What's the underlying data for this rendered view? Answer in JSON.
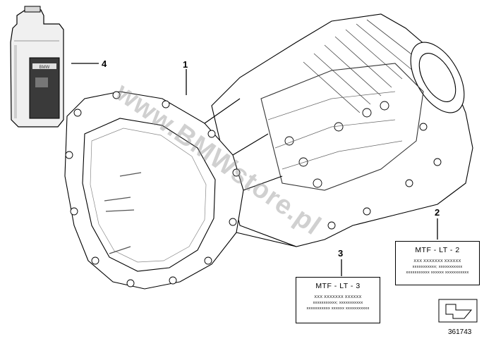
{
  "callouts": {
    "c1": "1",
    "c2": "2",
    "c3": "3",
    "c4": "4"
  },
  "label2": {
    "title": "MTF - LT - 2",
    "row1": "XXX XXXXXXX XXXXXX",
    "row2": "xxxxxxxxxxx; xxxxxxxxxxx",
    "row3": "xxxxxxxxxxx xxxxxx xxxxxxxxxxx"
  },
  "label3": {
    "title": "MTF - LT - 3",
    "row1": "XXX XXXXXXX XXXXXX",
    "row2": "xxxxxxxxxxx; xxxxxxxxxxx",
    "row3": "xxxxxxxxxxx xxxxxx xxxxxxxxxxx"
  },
  "bottle": {
    "brand": "BMW"
  },
  "watermark": "www.BMWstore.pl",
  "diagram_id": "361743"
}
